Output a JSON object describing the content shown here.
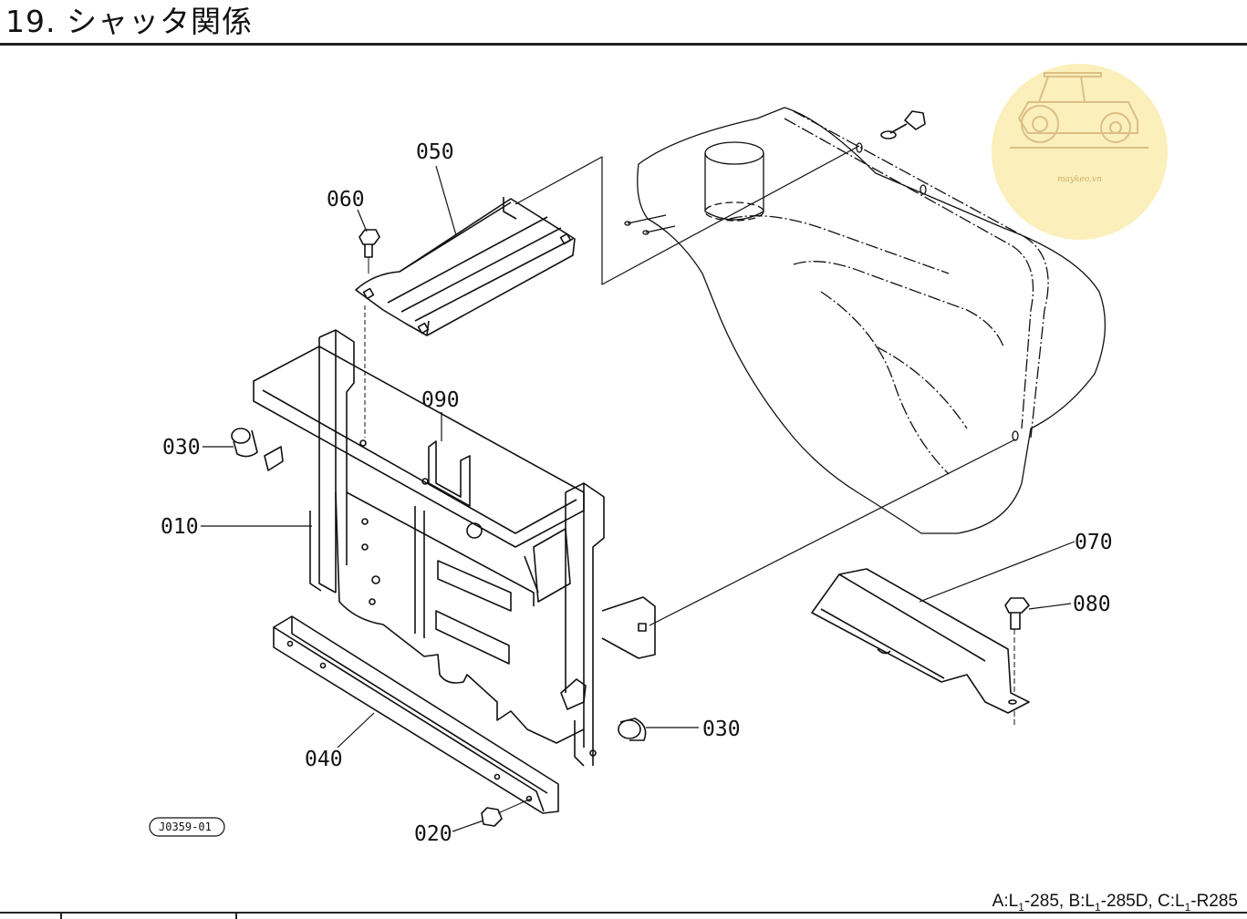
{
  "header": {
    "title": "19. シャッタ関係"
  },
  "watermark": {
    "text": "maykeo.vn",
    "icon": "tractor-icon",
    "color": "#fbeeb4"
  },
  "callouts": {
    "p010": "010",
    "p020": "020",
    "p030a": "030",
    "p030b": "030",
    "p040": "040",
    "p050": "050",
    "p060": "060",
    "p070": "070",
    "p080": "080",
    "p090": "090"
  },
  "figure_id": "J0359-01",
  "models": {
    "a_prefix": "A:L",
    "a_sub": "1",
    "a_suffix": "-285,",
    "b_prefix": "B:L",
    "b_sub": "1",
    "b_suffix": "-285D,",
    "c_prefix": "C:L",
    "c_sub": "1",
    "c_suffix": "-R285"
  }
}
